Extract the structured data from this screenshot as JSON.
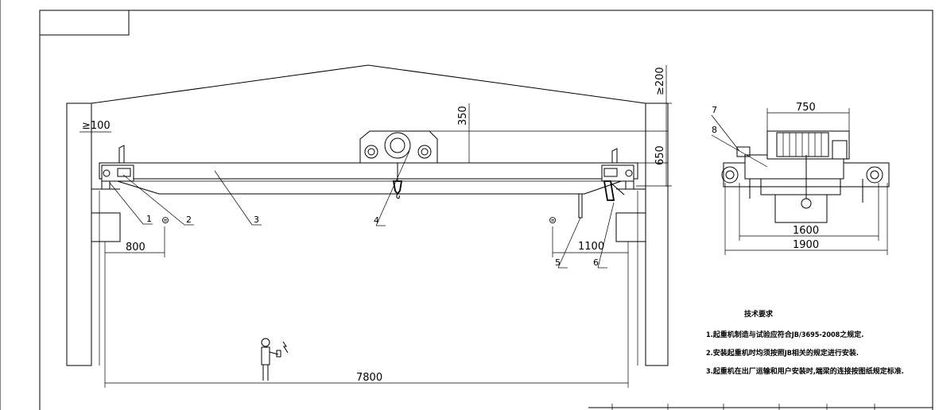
{
  "drawing": {
    "dimensions": {
      "clearance_top": "≥200",
      "clearance_side": "≥100",
      "hook_height": "350",
      "girder_to_rail": "650",
      "left_approach": "800",
      "right_approach": "1100",
      "span": "7800",
      "trolley_width": "750",
      "gauge": "1600",
      "overall_width": "1900"
    },
    "part_labels": [
      "1",
      "2",
      "3",
      "4",
      "5",
      "6",
      "7",
      "8"
    ],
    "notes": {
      "title": "技术要求",
      "items": [
        "1.起重机制造与试验应符合JB/3695-2008之规定.",
        "2.安装起重机时均须按照JB相关的规定进行安装.",
        "3.起重机在出厂运输和用户安装时,端梁的连接按图纸规定标准."
      ]
    }
  }
}
